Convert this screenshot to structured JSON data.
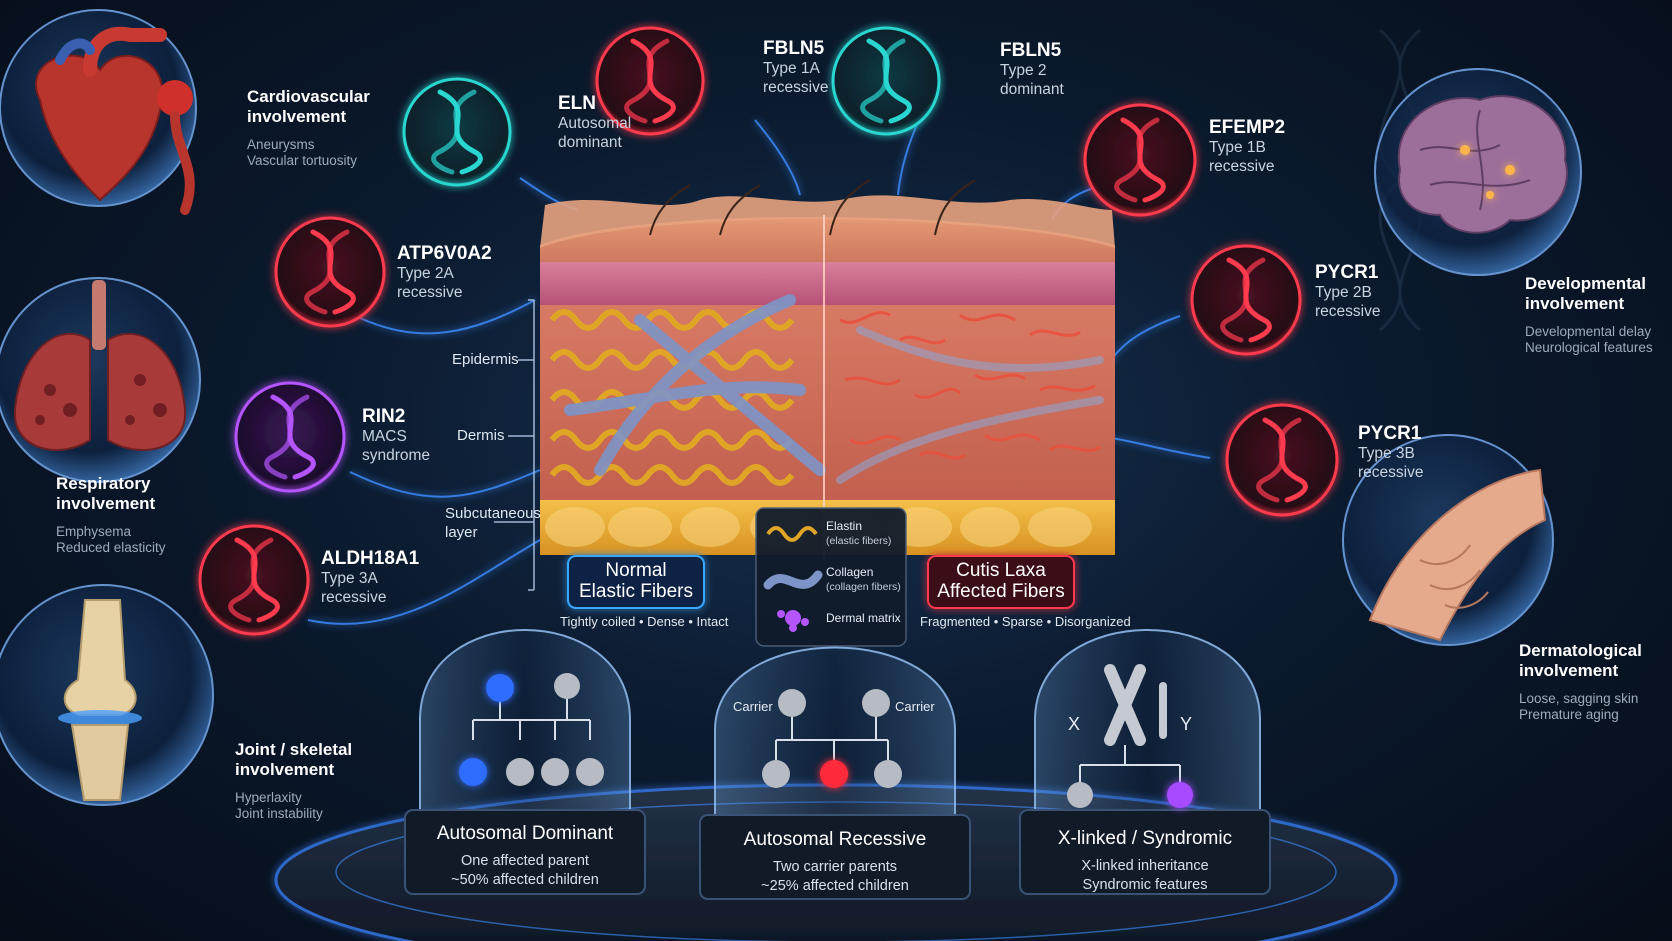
{
  "organs": {
    "cardio": {
      "title1": "Cardiovascular",
      "title2": "involvement",
      "d1": "Aneurysms",
      "d2": "Vascular tortuosity"
    },
    "resp": {
      "title1": "Respiratory",
      "title2": "involvement",
      "d1": "Emphysema",
      "d2": "Reduced elasticity"
    },
    "joint": {
      "title1": "Joint / skeletal",
      "title2": "involvement",
      "d1": "Hyperlaxity",
      "d2": "Joint instability"
    },
    "dev": {
      "title1": "Developmental",
      "title2": "involvement",
      "d1": "Developmental delay",
      "d2": "Neurological features"
    },
    "derm": {
      "title1": "Dermatological",
      "title2": "involvement",
      "d1": "Loose, sagging skin",
      "d2": "Premature aging"
    }
  },
  "genes": {
    "eln": {
      "name": "ELN",
      "l1": "Autosomal",
      "l2": "dominant",
      "color": "#2ad6d0"
    },
    "fbln5a": {
      "name": "FBLN5",
      "l1": "Type 1A",
      "l2": "recessive",
      "color": "#ff3b4e"
    },
    "fbln5b": {
      "name": "FBLN5",
      "l1": "Type 2",
      "l2": "dominant",
      "color": "#2ad6d0"
    },
    "efemp2": {
      "name": "EFEMP2",
      "l1": "Type 1B",
      "l2": "recessive",
      "color": "#ff3b4e"
    },
    "atp6v0a2": {
      "name": "ATP6V0A2",
      "l1": "Type 2A",
      "l2": "recessive",
      "color": "#ff3b4e"
    },
    "rin2": {
      "name": "RIN2",
      "l1": "MACS",
      "l2": "syndrome",
      "color": "#b455ff"
    },
    "aldh18a1": {
      "name": "ALDH18A1",
      "l1": "Type 3A",
      "l2": "recessive",
      "color": "#ff3b4e"
    },
    "pycr1a": {
      "name": "PYCR1",
      "l1": "Type 2B",
      "l2": "recessive",
      "color": "#ff3b4e"
    },
    "pycr1b": {
      "name": "PYCR1",
      "l1": "Type 3B",
      "l2": "recessive",
      "color": "#ff3b4e"
    }
  },
  "layers": {
    "epidermis": "Epidermis",
    "dermis": "Dermis",
    "subcut1": "Subcutaneous",
    "subcut2": "layer"
  },
  "panels": {
    "normal": {
      "title1": "Normal",
      "title2": "Elastic Fibers",
      "sub": "Tightly coiled • Dense • Intact",
      "color": "#3aa8ff"
    },
    "affected": {
      "title1": "Cutis Laxa",
      "title2": "Affected Fibers",
      "sub": "Fragmented • Sparse • Disorganized",
      "color": "#ff3b4e"
    }
  },
  "legend": {
    "elastin": "Elastin",
    "elastin_sub": "(elastic fibers)",
    "collagen": "Collagen",
    "collagen_sub": "(collagen fibers)",
    "matrix": "Dermal matrix"
  },
  "inheritance": {
    "ad": {
      "title": "Autosomal Dominant",
      "d1": "One affected parent",
      "d2": "~50% affected children"
    },
    "ar": {
      "title": "Autosomal Recessive",
      "d1": "Two carrier parents",
      "d2": "~25% affected children",
      "carrier": "Carrier"
    },
    "xl": {
      "title": "X-linked / Syndromic",
      "d1": "X-linked inheritance",
      "d2": "Syndromic features",
      "x": "X",
      "y": "Y"
    }
  },
  "colors": {
    "red": "#ff3b4e",
    "teal": "#2ad6d0",
    "purple": "#b455ff",
    "blue": "#3aa8ff",
    "gold": "#e0a526"
  }
}
